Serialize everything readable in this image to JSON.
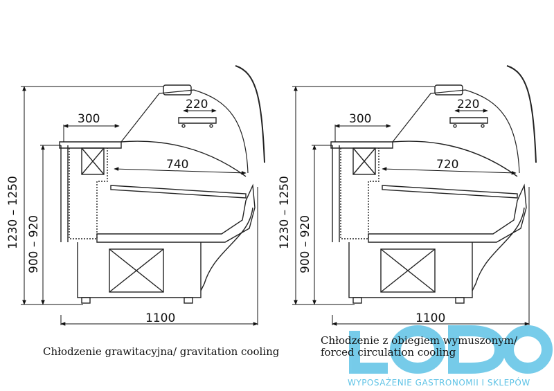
{
  "left_view": {
    "dim_height_total": "1230 – 1250",
    "dim_height_counter": "900 – 920",
    "dim_width": "1100",
    "dim_shelf": "300",
    "dim_depth": "740",
    "dim_top": "220",
    "caption": "Chłodzenie grawitacyjna/ gravitation cooling"
  },
  "right_view": {
    "dim_height_total": "1230 – 1250",
    "dim_height_counter": "900 – 920",
    "dim_width": "1100",
    "dim_shelf": "300",
    "dim_depth": "720",
    "dim_top": "220",
    "caption_line1": "Chłodzenie z obiegiem wymuszonym/",
    "caption_line2": "forced circulation cooling"
  },
  "logo": {
    "wordmark": "LODO",
    "tagline": "WYPOSAŻENIE GASTRONOMII I SKLEPÓW",
    "color": "#5fc3e6"
  }
}
